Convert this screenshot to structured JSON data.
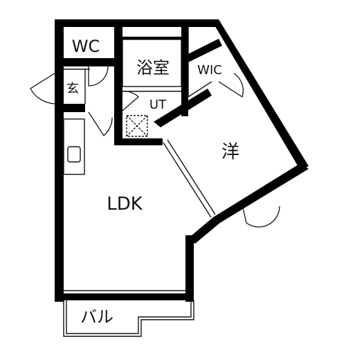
{
  "floorplan": {
    "rooms": {
      "wc": "WC",
      "bath": "浴室",
      "wic": "WIC",
      "entrance": "玄",
      "utility": "UT",
      "western_room": "洋",
      "ldk": "LDK",
      "balcony": "バル"
    },
    "colors": {
      "wall": "#000000",
      "line": "#111111",
      "background": "#ffffff"
    }
  }
}
